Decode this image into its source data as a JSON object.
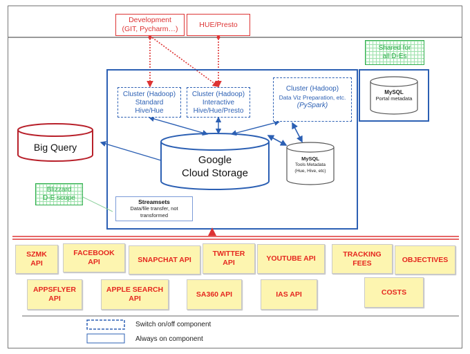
{
  "top_boxes": {
    "development": "Development\n(GIT, Pycharm…)",
    "hue_presto": "HUE/Presto"
  },
  "shared_label": "Shared for\nall D-Es",
  "blizzard_label": "Blizzard\nD-E scope",
  "mysql_portal": {
    "title": "MySQL",
    "subtitle": "Portal metadata"
  },
  "mysql_tools": {
    "title": "MySQL",
    "subtitle": "Tools Metadata\n(Hue, Hive, etc)"
  },
  "big_query": "Big Query",
  "gcs": "Google\nCloud Storage",
  "clusters": {
    "standard": "Cluster (Hadoop)\nStandard\nHive/Hue",
    "interactive": "Cluster (Hadoop)\nInteractive\nHive/Hue/Presto",
    "dataviz_title": "Cluster (Hadoop)",
    "dataviz_sub": "Data Viz Preparation, etc.",
    "dataviz_pyspark": "(PySpark)"
  },
  "streamsets": {
    "title": "Streamsets",
    "subtitle": "Data/file transfer, not\ntransformed"
  },
  "apis_row1": [
    "SZMK\nAPI",
    "FACEBOOK\nAPI",
    "SNAPCHAT API",
    "TWITTER\nAPI",
    "YOUTUBE API",
    "TRACKING\nFEES",
    "OBJECTIVES"
  ],
  "apis_row2": [
    "APPSFLYER\nAPI",
    "APPLE SEARCH\nAPI",
    "SA360 API",
    "IAS API",
    "COSTS"
  ],
  "legend": {
    "switch": "Switch on/off component",
    "always": "Always on component"
  },
  "colors": {
    "blue": "#2b5fb3",
    "red": "#d33",
    "green": "#2fae4c",
    "api_bg": "#fdf5b0",
    "api_text": "#e5271f"
  }
}
